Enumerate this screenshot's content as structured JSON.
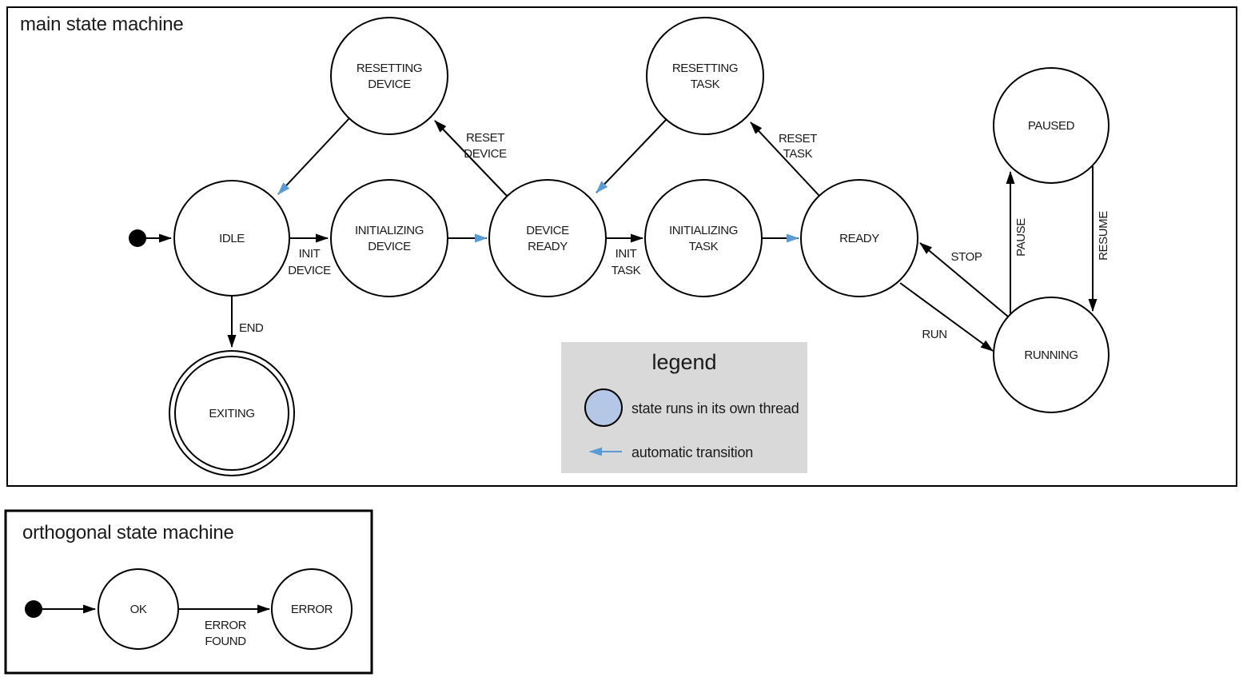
{
  "colors": {
    "threaded_state_fill": "#b4c7e7",
    "auto_transition": "#5b9bd5",
    "legend_bg": "#d9d9d9",
    "line": "#000000"
  },
  "main": {
    "title": "main state machine",
    "states": {
      "idle": {
        "lines": [
          "IDLE"
        ]
      },
      "resetting_device": {
        "lines": [
          "RESETTING",
          "DEVICE"
        ]
      },
      "initializing_device": {
        "lines": [
          "INITIALIZING",
          "DEVICE"
        ]
      },
      "device_ready": {
        "lines": [
          "DEVICE",
          "READY"
        ]
      },
      "resetting_task": {
        "lines": [
          "RESETTING",
          "TASK"
        ]
      },
      "initializing_task": {
        "lines": [
          "INITIALIZING",
          "TASK"
        ]
      },
      "ready": {
        "lines": [
          "READY"
        ]
      },
      "paused": {
        "lines": [
          "PAUSED"
        ]
      },
      "running": {
        "lines": [
          "RUNNING"
        ]
      },
      "exiting": {
        "lines": [
          "EXITING"
        ]
      }
    },
    "transitions": {
      "init_device": {
        "lines": [
          "INIT",
          "DEVICE"
        ]
      },
      "reset_device": {
        "lines": [
          "RESET",
          "DEVICE"
        ]
      },
      "init_task": {
        "lines": [
          "INIT",
          "TASK"
        ]
      },
      "reset_task": {
        "lines": [
          "RESET",
          "TASK"
        ]
      },
      "end": {
        "lines": [
          "END"
        ]
      },
      "run": {
        "lines": [
          "RUN"
        ]
      },
      "stop": {
        "lines": [
          "STOP"
        ]
      },
      "pause": {
        "lines": [
          "PAUSE"
        ]
      },
      "resume": {
        "lines": [
          "RESUME"
        ]
      }
    }
  },
  "legend": {
    "title": "legend",
    "threaded_state_label": "state runs in its own thread",
    "auto_transition_label": "automatic transition"
  },
  "orthogonal": {
    "title": "orthogonal state machine",
    "states": {
      "ok": {
        "lines": [
          "OK"
        ]
      },
      "error": {
        "lines": [
          "ERROR"
        ]
      }
    },
    "transitions": {
      "error_found": {
        "lines": [
          "ERROR",
          "FOUND"
        ]
      }
    }
  }
}
